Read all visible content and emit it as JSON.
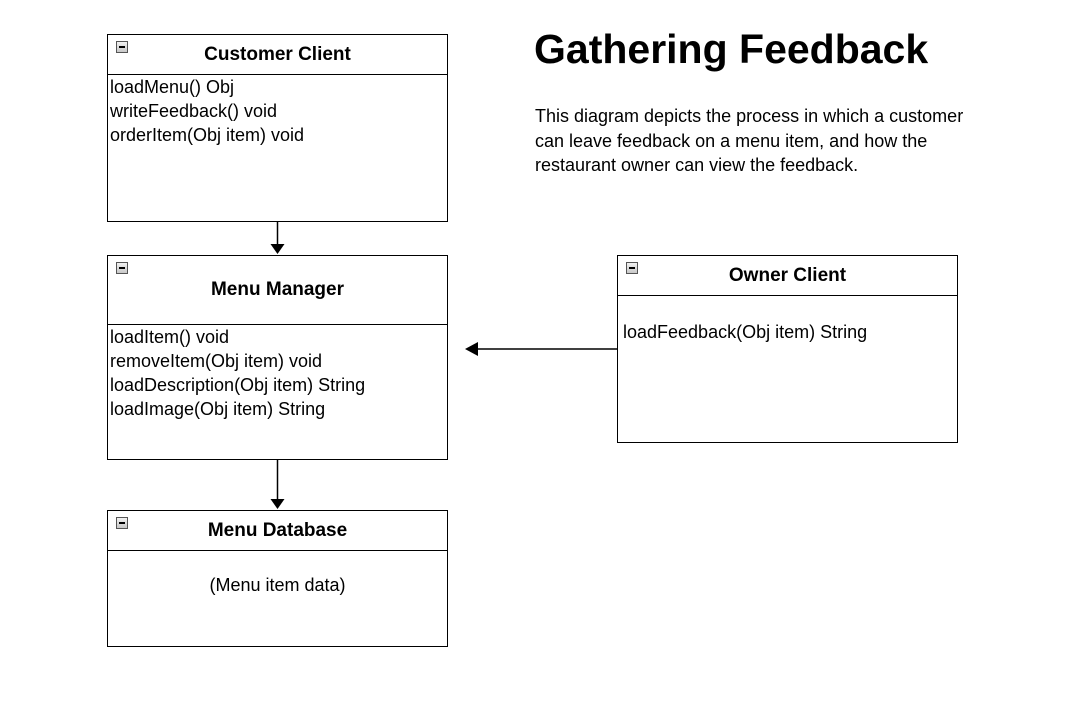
{
  "title": "Gathering Feedback",
  "description": "This diagram depicts the process in which a customer can leave feedback on a menu item, and how the restaurant owner can view the feedback.",
  "classes": {
    "customer_client": {
      "name": "Customer Client",
      "methods": [
        "loadMenu() Obj",
        "writeFeedback() void",
        "orderItem(Obj item) void"
      ]
    },
    "menu_manager": {
      "name": "Menu Manager",
      "methods": [
        "loadItem() void",
        "removeItem(Obj item) void",
        "loadDescription(Obj item) String",
        "loadImage(Obj item) String"
      ]
    },
    "menu_database": {
      "name": "Menu Database",
      "body": "(Menu item data)"
    },
    "owner_client": {
      "name": "Owner Client",
      "methods": [
        "loadFeedback(Obj item) String"
      ]
    }
  },
  "icons": {
    "collapse": "collapse-toggle-icon",
    "arrow": "arrow-head"
  },
  "colors": {
    "stroke": "#000000",
    "background": "#ffffff"
  }
}
